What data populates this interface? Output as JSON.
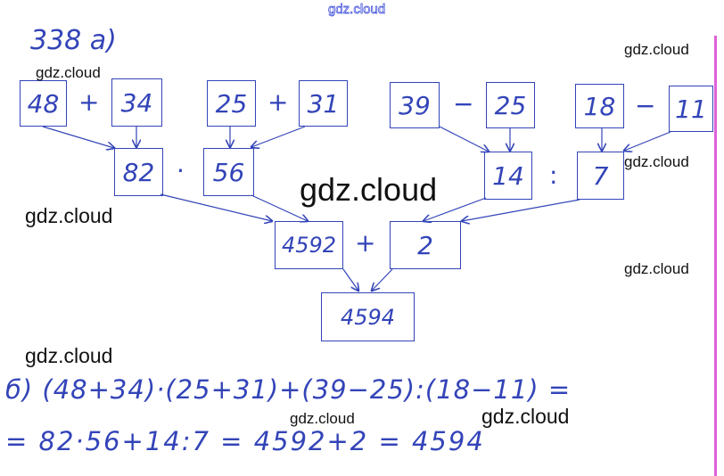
{
  "header": {
    "problem": "338 а)"
  },
  "row1": [
    {
      "value": "48"
    },
    {
      "op": "+"
    },
    {
      "value": "34"
    },
    {
      "value": "25"
    },
    {
      "op": "+"
    },
    {
      "value": "31"
    },
    {
      "value": "39"
    },
    {
      "op": "−"
    },
    {
      "value": "25"
    },
    {
      "value": "18"
    },
    {
      "op": "−"
    },
    {
      "value": "11"
    }
  ],
  "row2": {
    "a": "82",
    "op1": "·",
    "b": "56",
    "c": "14",
    "op2": ":",
    "d": "7"
  },
  "row3": {
    "a": "4592",
    "op": "+",
    "b": "2"
  },
  "result": "4594",
  "part_b": {
    "line1": "б) (48+34)·(25+31)+(39−25):(18−11) =",
    "line2": "= 82·56+14:7 = 4592+2 = 4594"
  },
  "watermark": "gdz.cloud",
  "colors": {
    "ink": "#3344b8",
    "margin": "#e060d8"
  }
}
